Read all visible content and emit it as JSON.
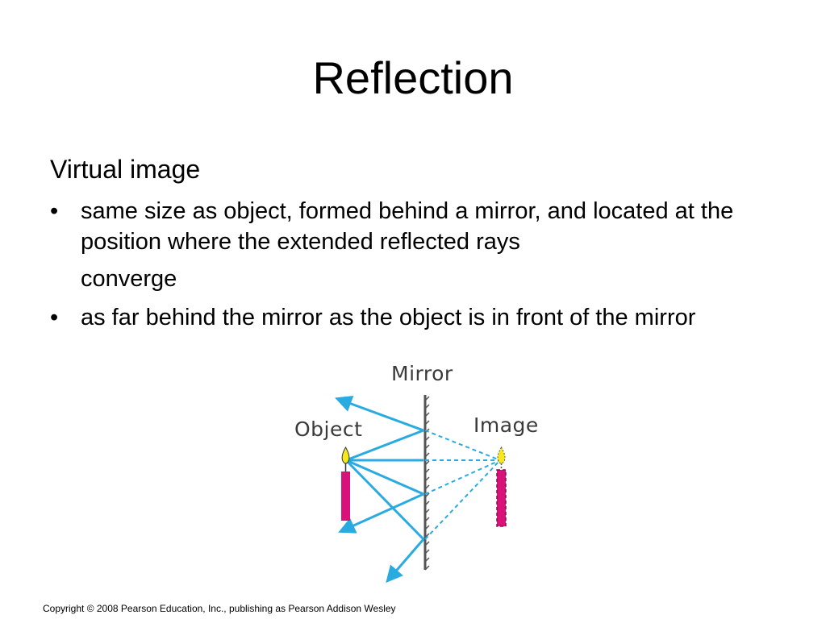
{
  "slide": {
    "title": "Reflection",
    "subheading": "Virtual image",
    "bullet_char": "•",
    "bullets": [
      {
        "line1": "same size as object, formed behind a mirror, and located at the position where the extended reflected rays",
        "line2": "converge"
      },
      {
        "line1": "as far behind the mirror as the object is in front of the mirror"
      }
    ]
  },
  "diagram": {
    "labels": {
      "mirror": "Mirror",
      "object": "Object",
      "image": "Image"
    },
    "colors": {
      "ray": "#29abe2",
      "candle": "#d9127a",
      "flame": "#f7e81e",
      "mirror": "#555555"
    }
  },
  "footer": {
    "copyright": "Copyright © 2008 Pearson Education, Inc., publishing as Pearson Addison Wesley"
  }
}
